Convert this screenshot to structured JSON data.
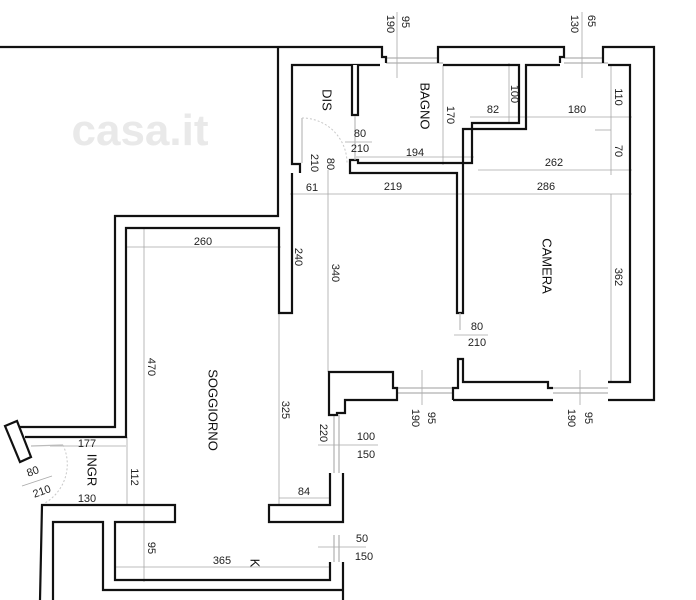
{
  "watermark": "casa.it",
  "rooms": {
    "dis": "DIS",
    "bagno": "BAGNO",
    "camera": "CAMERA",
    "soggiorno": "SOGGIORNO",
    "ingr": "INGR",
    "k": "K"
  },
  "windows": {
    "bagno": {
      "height": "190",
      "width": "95"
    },
    "camera_top": {
      "height": "130",
      "width": "65"
    },
    "soggiorno_bottom": {
      "height": "190",
      "width": "95"
    },
    "camera_bottom": {
      "height": "190",
      "width": "95"
    },
    "soggiorno_side": {
      "sill": "220",
      "width": "100",
      "height": "150"
    },
    "kitchen": {
      "width": "50",
      "height": "150"
    }
  },
  "doors": {
    "bagno": {
      "width": "80",
      "height": "210"
    },
    "dis": {
      "width": "80",
      "height": "210"
    },
    "camera": {
      "width": "80",
      "height": "210"
    },
    "ingr": {
      "width": "80",
      "height": "210"
    }
  },
  "dimensions": {
    "bagno_depth": "170",
    "bagno_step": "100",
    "bagno_step_width": "82",
    "camera_top_width": "180",
    "camera_top_depth": "110",
    "bagno_width": "194",
    "camera_mid_width": "262",
    "camera_mid_depth": "70",
    "dis_width": "61",
    "corridor_width": "219",
    "camera_width": "286",
    "soggiorno_top_width": "260",
    "wall_240": "240",
    "height_340": "340",
    "camera_depth": "362",
    "soggiorno_depth": "470",
    "soggiorno_side": "325",
    "ingr_top": "177",
    "ingr_depth": "112",
    "ingr_bottom": "130",
    "soggiorno_84": "84",
    "kitchen_depth": "95",
    "kitchen_width": "365"
  }
}
